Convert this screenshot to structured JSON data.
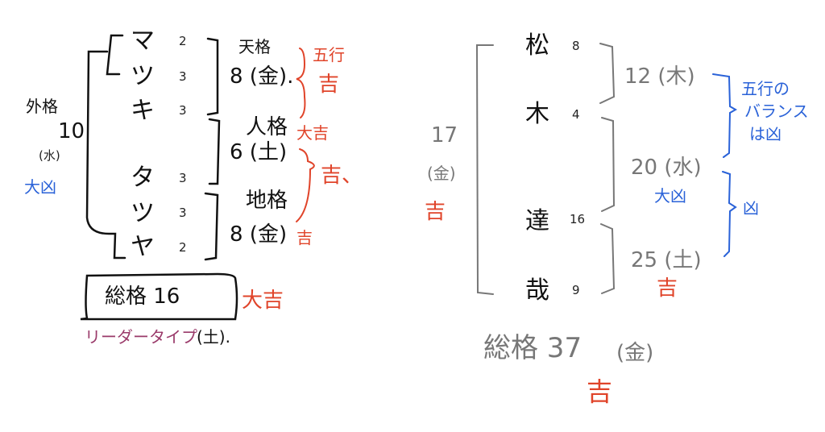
{
  "left": {
    "chars": [
      {
        "c": "マ",
        "n": "2"
      },
      {
        "c": "ツ",
        "n": "3"
      },
      {
        "c": "キ",
        "n": "3"
      },
      {
        "c": "タ",
        "n": "3"
      },
      {
        "c": "ツ",
        "n": "3"
      },
      {
        "c": "ヤ",
        "n": "2"
      }
    ],
    "tenkaku": {
      "label": "天格",
      "value": "8 (金).",
      "verdict": "吉"
    },
    "gogyo": "五行",
    "jinkaku": {
      "label": "人格",
      "value": "6 (土)",
      "verdict": "大吉"
    },
    "jinchi_verdict": "吉、",
    "chikaku": {
      "label": "地格",
      "value": "8 (金)",
      "verdict": "吉"
    },
    "gaikaku": {
      "label": "外格",
      "value": "10",
      "element": "(水)",
      "verdict": "大凶"
    },
    "sokaku": {
      "label": "総格 16",
      "verdict": "大吉"
    },
    "type_label": "リーダータイプ",
    "type_suffix": "(土)."
  },
  "right": {
    "chars": [
      {
        "c": "松",
        "n": "8"
      },
      {
        "c": "木",
        "n": "4"
      },
      {
        "c": "達",
        "n": "16"
      },
      {
        "c": "哉",
        "n": "9"
      }
    ],
    "tenkaku": "12 (木)",
    "jinkaku": "20 (水)",
    "jinkaku_verdict": "大凶",
    "chikaku": "25 (土)",
    "chikaku_verdict": "吉",
    "gaikaku": "17",
    "gaikaku_element": "(金)",
    "gaikaku_verdict": "吉",
    "balance_note": [
      "五行の",
      "バランス",
      "は凶"
    ],
    "balance_lower": "凶",
    "sokaku": "総格 37",
    "sokaku_element": "(金)",
    "sokaku_verdict": "吉"
  },
  "colors": {
    "ink": "#111111",
    "red": "#e0442a",
    "blue": "#2a62d8",
    "purple": "#9a3a6a",
    "gray": "#777777"
  }
}
